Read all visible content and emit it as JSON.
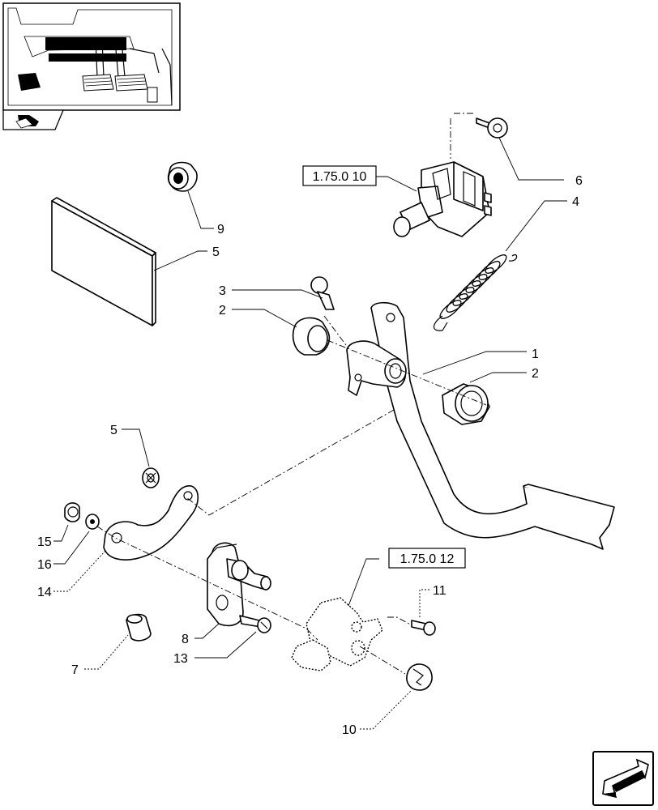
{
  "callouts": [
    {
      "id": "c1",
      "text": "1"
    },
    {
      "id": "c2a",
      "text": "2"
    },
    {
      "id": "c2b",
      "text": "2"
    },
    {
      "id": "c3",
      "text": "3"
    },
    {
      "id": "c4",
      "text": "4"
    },
    {
      "id": "c5a",
      "text": "5"
    },
    {
      "id": "c5b",
      "text": "5"
    },
    {
      "id": "c6",
      "text": "6"
    },
    {
      "id": "c7",
      "text": "7"
    },
    {
      "id": "c8",
      "text": "8"
    },
    {
      "id": "c9",
      "text": "9"
    },
    {
      "id": "c10",
      "text": "10"
    },
    {
      "id": "c11",
      "text": "11"
    },
    {
      "id": "c13",
      "text": "13"
    },
    {
      "id": "c14",
      "text": "14"
    },
    {
      "id": "c15",
      "text": "15"
    },
    {
      "id": "c16",
      "text": "16"
    }
  ],
  "references": {
    "switch_ref": "1.75.0 10",
    "bracket_ref": "1.75.0 12"
  },
  "icons": {
    "thumbnail_nav": "tractor-arrow-icon",
    "next_page": "arrow-next-icon"
  }
}
